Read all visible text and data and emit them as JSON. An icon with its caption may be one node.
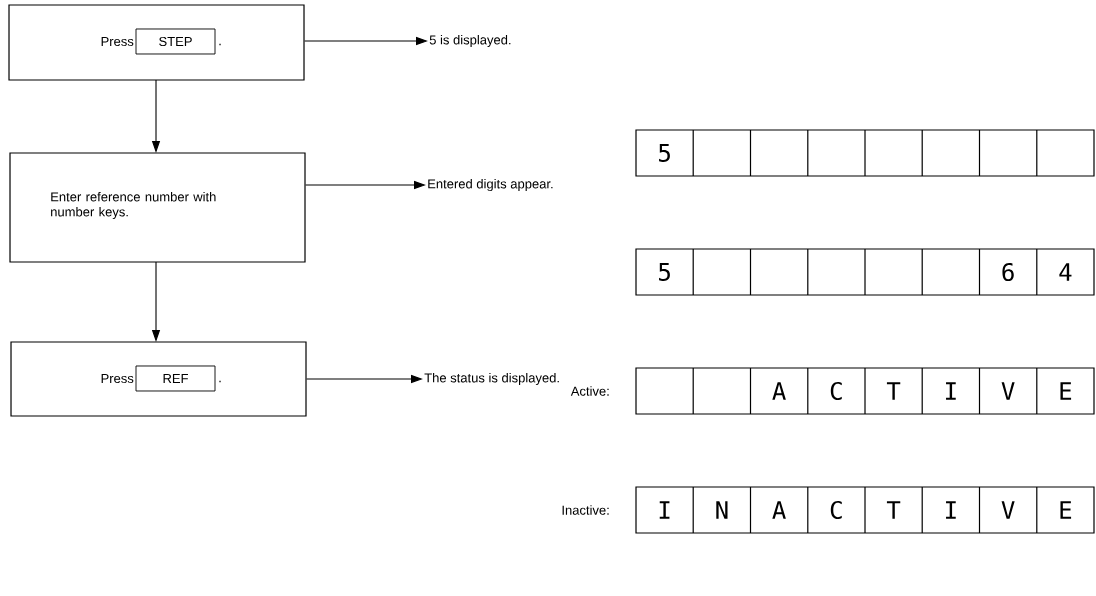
{
  "diagram": {
    "nodes": [
      {
        "text": [
          "Press",
          "."
        ]
      },
      {
        "text": [
          "STEP"
        ],
        "in": 0
      },
      {
        "text": [
          "5 is displayed."
        ]
      },
      {
        "text": [
          "Enter reference number with number keys."
        ]
      },
      {
        "text": [
          "Entered digits appear."
        ]
      },
      {
        "text": [
          "Press",
          "."
        ]
      },
      {
        "text": [
          "REF"
        ],
        "in": 5
      },
      {
        "text": [
          "The status is displayed."
        ]
      }
    ],
    "edges": [
      {
        "from": 0,
        "to": 2,
        "arrow": "to"
      },
      {
        "from": 0,
        "to": 3,
        "arrow": "to"
      },
      {
        "from": 3,
        "to": 4,
        "arrow": "to"
      },
      {
        "from": 3,
        "to": 5,
        "arrow": "to"
      },
      {
        "from": 5,
        "to": 7,
        "arrow": "to"
      }
    ],
    "labels": [
      "5",
      "5",
      "6",
      "4",
      "Active:",
      "A",
      "C",
      "T",
      "I",
      "V",
      "E",
      "Inactive:",
      "I",
      "N",
      "A",
      "C",
      "T",
      "I",
      "V",
      "E"
    ]
  }
}
